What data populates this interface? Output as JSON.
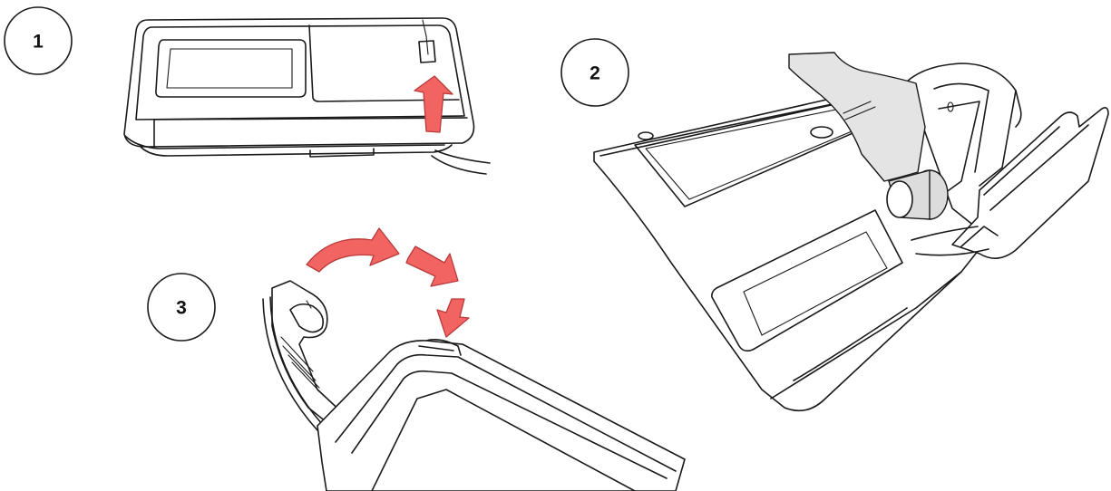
{
  "steps": [
    {
      "label": "1"
    },
    {
      "label": "2"
    },
    {
      "label": "3"
    }
  ],
  "colors": {
    "arrow_fill": "#f26462",
    "arrow_stroke": "#b83a3a",
    "line": "#1a1a1a",
    "paper": "#e4e4e4",
    "background": "#ffffff"
  },
  "icons": {
    "step1": "closed-printer-lid-lever-icon",
    "step2": "open-printer-paper-roll-icon",
    "step3": "close-lid-rotate-icon"
  }
}
